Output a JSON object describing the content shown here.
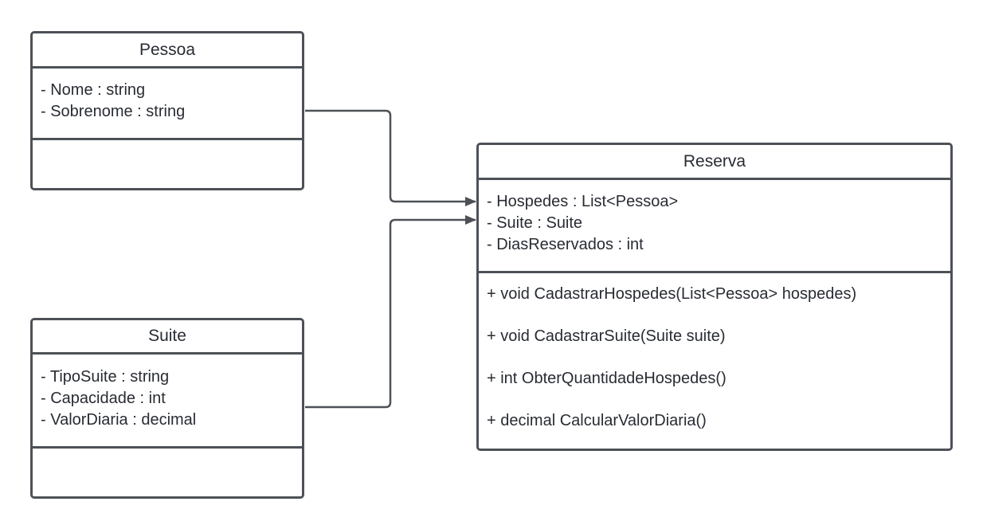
{
  "classes": {
    "pessoa": {
      "name": "Pessoa",
      "attributes": [
        "- Nome : string",
        "- Sobrenome : string"
      ],
      "methods": []
    },
    "suite": {
      "name": "Suite",
      "attributes": [
        "- TipoSuite : string",
        "- Capacidade : int",
        "- ValorDiaria : decimal"
      ],
      "methods": []
    },
    "reserva": {
      "name": "Reserva",
      "attributes": [
        "- Hospedes : List<Pessoa>",
        "- Suite : Suite",
        "- DiasReservados : int"
      ],
      "methods": [
        "+ void CadastrarHospedes(List<Pessoa> hospedes)",
        "+ void CadastrarSuite(Suite suite)",
        "+ int ObterQuantidadeHospedes()",
        "+ decimal CalcularValorDiaria()"
      ]
    }
  },
  "relationships": [
    {
      "from": "Pessoa",
      "to": "Reserva",
      "type": "association-arrow"
    },
    {
      "from": "Suite",
      "to": "Reserva",
      "type": "association-arrow"
    }
  ],
  "colors": {
    "border": "#4d5157",
    "text": "#282c33",
    "background": "#ffffff"
  }
}
